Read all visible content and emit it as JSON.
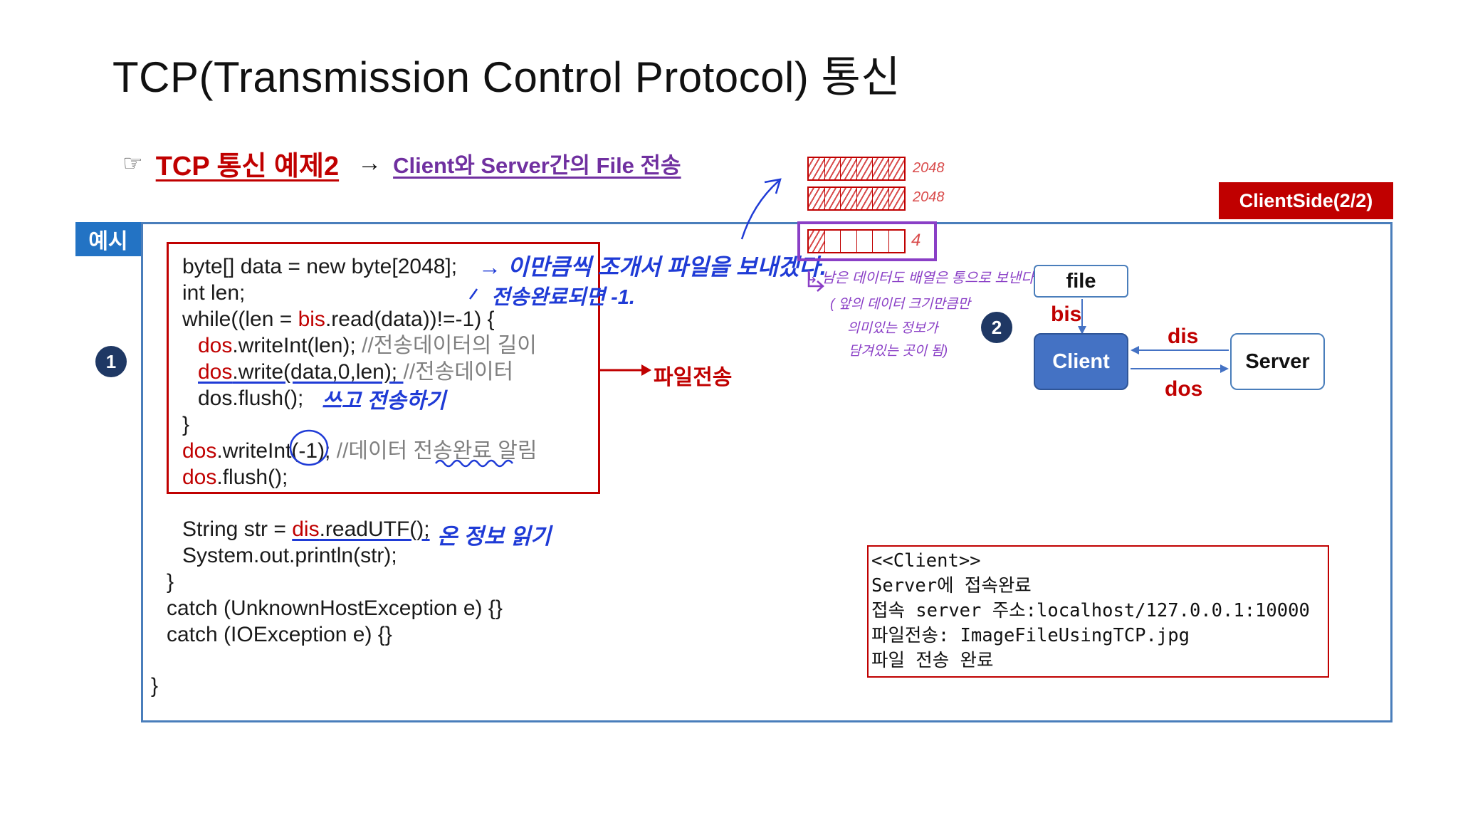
{
  "title": "TCP(Transmission Control Protocol) 통신",
  "subtitle": {
    "marker": "☞",
    "main": "TCP 통신 예제2",
    "arrow": "→",
    "desc": "Client와 Server간의 File 전송"
  },
  "example_tab": "예시",
  "side_tag": "ClientSide(2/2)",
  "step_markers": [
    "1",
    "2"
  ],
  "code": {
    "l1": "byte[] data = new byte[2048];",
    "l2": "int len;",
    "l3_a": "while((len = ",
    "l3_b": "bis",
    "l3_c": ".read(data))!=-1) {",
    "l4_a": "dos",
    "l4_b": ".writeInt(len); ",
    "l4_c": "//전송데이터의 길이",
    "l5_a": "dos",
    "l5_b": ".write(data,0,len); ",
    "l5_c": "//전송데이터",
    "l6": "dos.flush();",
    "l7": "}",
    "l8_a": "dos",
    "l8_b": ".writeInt(-1); ",
    "l8_c": "//데이터 전송완료 알림",
    "l9_a": "dos",
    "l9_b": ".flush();",
    "l10_a": "String str = ",
    "l10_b": "dis",
    "l10_c": ".readUTF();",
    "l11": "System.out.println(str);",
    "l12": "}",
    "l13": "catch (UnknownHostException e) {}",
    "l14": "catch (IOException e) {}",
    "l15": "}"
  },
  "file_transfer_label": "파일전송",
  "annotations": {
    "a1": "→ 이만큼씩 조개서 파일을 보내겠다.",
    "a2": "전송완료되면 -1.",
    "a3": "쓰고 전송하기",
    "a4": "온 정보 읽기",
    "buffer_1": "2048",
    "buffer_2": "2048",
    "buffer_3": "4",
    "buffer_note_1": "↳ 남은 데이터도 배열은 통으로 보낸다!",
    "buffer_note_2": "( 앞의 데이터 크기만큼만",
    "buffer_note_3": "의미있는 정보가",
    "buffer_note_4": "담겨있는 곳이 됨)"
  },
  "diagram": {
    "file": "file",
    "client": "Client",
    "server": "Server",
    "bis": "bis",
    "dis": "dis",
    "dos": "dos"
  },
  "output": {
    "lines": [
      "<<Client>>",
      "Server에 접속완료",
      "접속 server 주소:localhost/127.0.0.1:10000",
      "파일전송: ImageFileUsingTCP.jpg",
      "파일 전송 완료"
    ]
  },
  "colors": {
    "accent_red": "#c00000",
    "frame_blue": "#4a7ebb",
    "tab_blue": "#2373c4",
    "purple": "#7030a0",
    "handwriting_blue": "#1f3bd6",
    "client_box": "#4472c4"
  }
}
